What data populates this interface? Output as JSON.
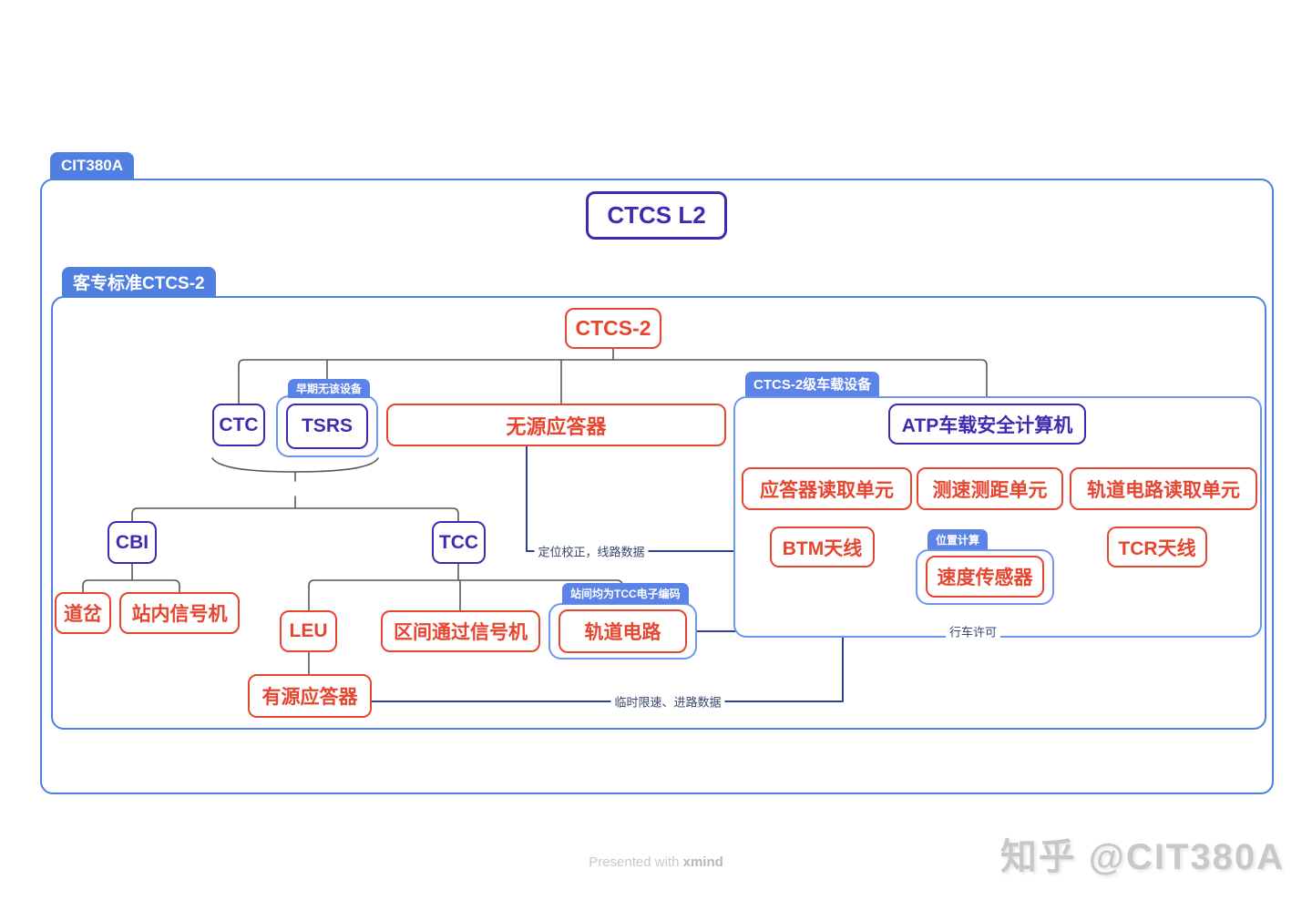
{
  "frames": {
    "outer_tab": "CIT380A",
    "inner_tab": "客专标准CTCS-2"
  },
  "nodes": {
    "ctcs_l2": "CTCS L2",
    "ctcs_2": "CTCS-2",
    "ctc": "CTC",
    "tsrs": "TSRS",
    "passive_balise": "无源应答器",
    "atp": "ATP车载安全计算机",
    "balise_read_unit": "应答器读取单元",
    "speed_dist_unit": "测速测距单元",
    "track_read_unit": "轨道电路读取单元",
    "btm_antenna": "BTM天线",
    "speed_sensor": "速度传感器",
    "tcr_antenna": "TCR天线",
    "cbi": "CBI",
    "tcc": "TCC",
    "switch": "道岔",
    "station_signal": "站内信号机",
    "leu": "LEU",
    "block_signal": "区间通过信号机",
    "track_circuit": "轨道电路",
    "active_balise": "有源应答器"
  },
  "badges": {
    "onboard_group": "CTCS-2级车载设备",
    "tsrs_note": "早期无该设备",
    "position_calc": "位置计算",
    "tcc_coding": "站间均为TCC电子编码"
  },
  "edge_labels": {
    "positioning": "定位校正，线路数据",
    "movement_authority": "行车许可",
    "temp_speed": "临时限速、进路数据"
  },
  "footer": {
    "presented": "Presented with",
    "xmind": "xmind",
    "watermark": "知乎 @CIT380A"
  },
  "colors": {
    "red": "#E6452F",
    "purple": "#3D2BB1",
    "frame_blue": "#4E7FE1",
    "badge_blue": "#5B83E8",
    "boundary_blue": "#6F96EE",
    "tree_gray": "#595959",
    "flow_navy": "#32408F"
  }
}
